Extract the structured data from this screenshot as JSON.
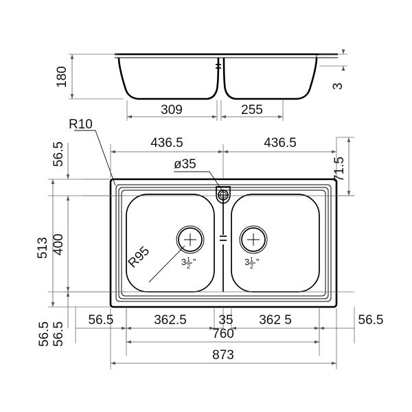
{
  "drawing": {
    "title": "double-bowl-sink-technical-drawing",
    "type": "engineering-dimension-drawing",
    "units": "mm",
    "line_color": "#000000",
    "dim_color": "#555555",
    "background": "#ffffff"
  },
  "elevation": {
    "name": "front-elevation-view",
    "dims": {
      "depth_label": "180",
      "rim_thickness_label": "3",
      "left_bowl_width": "309",
      "right_bowl_width": "255"
    }
  },
  "plan": {
    "name": "top-plan-view",
    "dims": {
      "top_left_half": "436.5",
      "top_right_half": "436.5",
      "top_right_offset": "71.5",
      "left_margin_top": "56.5",
      "left_margin_bottom": "56.5",
      "left_margin_bottom2": "56.5",
      "overall_depth": "513",
      "bowl_depth": "400",
      "bottom_left_margin": "56.5",
      "bottom_left_bowl": "362.5",
      "bottom_divider": "35",
      "bottom_right_bowl": "362 5",
      "bottom_right_margin": "56.5",
      "bowls_total": "760",
      "overall_width": "873"
    },
    "callouts": {
      "corner_radius_outer": "R10",
      "bowl_radius": "R95",
      "faucet_hole": "ø35",
      "drain_left": "3½\"",
      "drain_right": "3½\""
    }
  }
}
